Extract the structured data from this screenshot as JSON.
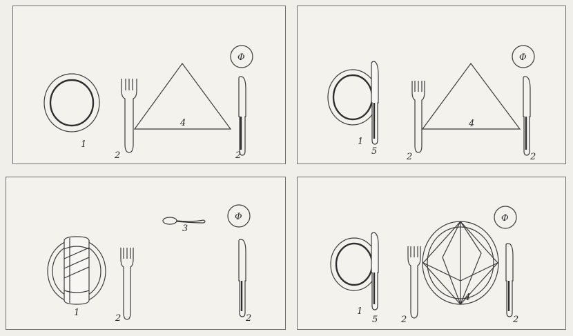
{
  "panels": [
    {
      "id": "panel-1",
      "items": [
        {
          "name": "plate-label",
          "text": "1"
        },
        {
          "name": "fork-label",
          "text": "2"
        },
        {
          "name": "napkin-label",
          "text": "4"
        },
        {
          "name": "knife-label",
          "text": "2"
        },
        {
          "name": "bread-plate-label",
          "text": "Φ"
        }
      ]
    },
    {
      "id": "panel-2",
      "items": [
        {
          "name": "plate-label",
          "text": "1"
        },
        {
          "name": "plate-knife-label",
          "text": "5"
        },
        {
          "name": "fork-label",
          "text": "2"
        },
        {
          "name": "napkin-label",
          "text": "4"
        },
        {
          "name": "knife-label",
          "text": "2"
        },
        {
          "name": "bread-plate-label",
          "text": "Φ"
        }
      ]
    },
    {
      "id": "panel-3",
      "items": [
        {
          "name": "plate-label",
          "text": "1"
        },
        {
          "name": "fork-label",
          "text": "2"
        },
        {
          "name": "spoon-label",
          "text": "3"
        },
        {
          "name": "knife-label",
          "text": "2"
        },
        {
          "name": "bread-plate-label",
          "text": "Φ"
        }
      ]
    },
    {
      "id": "panel-4",
      "items": [
        {
          "name": "plate-label",
          "text": "1"
        },
        {
          "name": "plate-knife-label",
          "text": "5"
        },
        {
          "name": "fork-label",
          "text": "2"
        },
        {
          "name": "napkin-label",
          "text": "4"
        },
        {
          "name": "knife-label",
          "text": "2"
        },
        {
          "name": "bread-plate-label",
          "text": "Φ"
        }
      ]
    }
  ]
}
